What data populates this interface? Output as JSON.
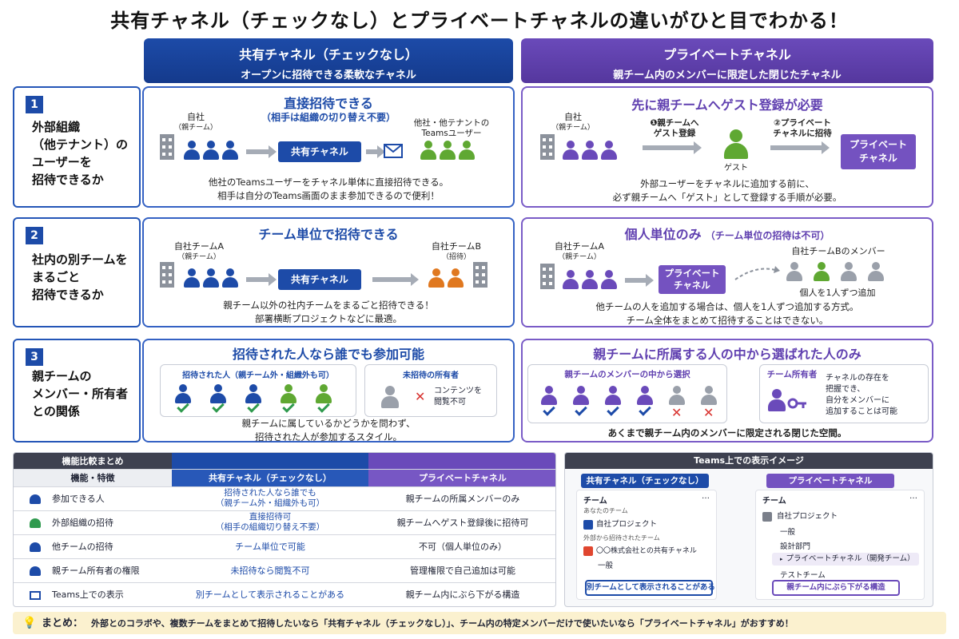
{
  "title": "共有チャネル（チェックなし）とプライベートチャネルの違いがひと目でわかる！",
  "columns": {
    "shared": {
      "title": "共有チャネル（チェックなし）",
      "subtitle": "オープンに招待できる柔軟なチャネル"
    },
    "private": {
      "title": "プライベートチャネル",
      "subtitle": "親チーム内のメンバーに限定した閉じたチャネル"
    }
  },
  "rows": [
    {
      "num": "1",
      "label": "外部組織\n（他テナント）の\nユーザーを\n招待できるか"
    },
    {
      "num": "2",
      "label": "社内の別チームを\nまるごと\n招待できるか"
    },
    {
      "num": "3",
      "label": "親チームの\nメンバー・所有者\nとの関係"
    }
  ],
  "r1": {
    "shared": {
      "heading": "直接招待できる",
      "subheading": "（相手は組織の切り替え不要）",
      "own": "自社",
      "own_sub": "（親チーム）",
      "channel": "共有チャネル",
      "other": "他社・他テナントの\nTeamsユーザー",
      "desc": "他社のTeamsユーザーをチャネル単体に直接招待できる。\n相手は自分のTeams画面のまま参加できるので便利！"
    },
    "private": {
      "heading": "先に親チームへゲスト登録が必要",
      "own": "自社",
      "own_sub": "（親チーム）",
      "step1": "❶親チームへ\nゲスト登録",
      "guest": "ゲスト",
      "step2": "②プライベート\nチャネルに招待",
      "channel": "プライベート\nチャネル",
      "desc": "外部ユーザーをチャネルに追加する前に、\n必ず親チームへ「ゲスト」として登録する手順が必要。"
    }
  },
  "r2": {
    "shared": {
      "heading": "チーム単位で招待できる",
      "teamA": "自社チームA",
      "teamA_sub": "（親チーム）",
      "channel": "共有チャネル",
      "teamB": "自社チームB",
      "teamB_sub": "（招待）",
      "desc": "親チーム以外の社内チームをまるごと招待できる！\n部署横断プロジェクトなどに最適。"
    },
    "private": {
      "heading": "個人単位のみ",
      "heading_note": "（チーム単位の招待は不可）",
      "teamA": "自社チームA",
      "teamA_sub": "（親チーム）",
      "channel": "プライベート\nチャネル",
      "teamB_members": "自社チームBのメンバー",
      "add_one": "個人を1人ずつ追加",
      "desc": "他チームの人を追加する場合は、個人を1人ずつ追加する方式。\nチーム全体をまとめて招待することはできない。"
    }
  },
  "r3": {
    "shared": {
      "heading": "招待された人なら誰でも参加可能",
      "box1_title": "招待された人（親チーム外・組織外も可）",
      "box2_title": "未招待の所有者",
      "box2_text": "コンテンツを\n閲覧不可",
      "desc": "親チームに属しているかどうかを問わず、\n招待された人が参加するスタイル。"
    },
    "private": {
      "heading": "親チームに所属する人の中から選ばれた人のみ",
      "box1_title": "親チームのメンバーの中から選択",
      "box2_title": "チーム所有者",
      "box2_text": "チャネルの存在を\n把握でき、\n自分をメンバーに\n追加することは可能",
      "desc": "あくまで親チーム内のメンバーに限定される閉じた空間。"
    }
  },
  "comparison": {
    "caption": "機能比較まとめ",
    "headers": [
      "機能・特徴",
      "共有チャネル（チェックなし）",
      "プライベートチャネル"
    ],
    "rows": [
      {
        "feature": "参加できる人",
        "shared": "招待された人なら誰でも\n（親チーム外・組織外も可）",
        "private": "親チームの所属メンバーのみ"
      },
      {
        "feature": "外部組織の招待",
        "shared": "直接招待可\n（相手の組織切り替え不要）",
        "private": "親チームへゲスト登録後に招待可"
      },
      {
        "feature": "他チームの招待",
        "shared": "チーム単位で可能",
        "private": "不可（個人単位のみ）"
      },
      {
        "feature": "親チーム所有者の権限",
        "shared": "未招待なら閲覧不可",
        "private": "管理権限で自己追加は可能"
      },
      {
        "feature": "Teams上での表示",
        "shared": "別チームとして表示されることがある",
        "private": "親チーム内にぶら下がる構造"
      }
    ]
  },
  "teams_view": {
    "caption": "Teams上での表示イメージ",
    "shared": {
      "tab": "共有チャネル（チェックなし）",
      "header": "チーム",
      "more": "…",
      "group1": "あなたのチーム",
      "team1": "自社プロジェクト",
      "group2": "外部から招待されたチーム",
      "team2": "〇〇株式会社との共有チャネル",
      "channel": "一般",
      "callout": "別チームとして表示されることがある"
    },
    "private": {
      "tab": "プライベートチャネル",
      "header": "チーム",
      "more": "…",
      "team": "自社プロジェクト",
      "channels": [
        "一般",
        "設計部門",
        "プライベートチャネル（開発チーム）",
        "テストチーム"
      ],
      "callout": "親チーム内にぶら下がる構造"
    }
  },
  "summary": {
    "label": "まとめ：",
    "text": "外部とのコラボや、複数チームをまとめて招待したいなら「共有チャネル（チェックなし）」、チーム内の特定メンバーだけで使いたいなら「プライベートチャネル」がおすすめ！"
  },
  "colors": {
    "blue": "#1d4ba8",
    "purple": "#6a4aba",
    "green": "#5fa832",
    "orange": "#e0781f",
    "gray": "#9aa0aa"
  },
  "icons": [
    "building-icon",
    "person-icon",
    "mail-icon",
    "check-icon",
    "x-icon",
    "key-icon",
    "lightbulb-icon"
  ]
}
